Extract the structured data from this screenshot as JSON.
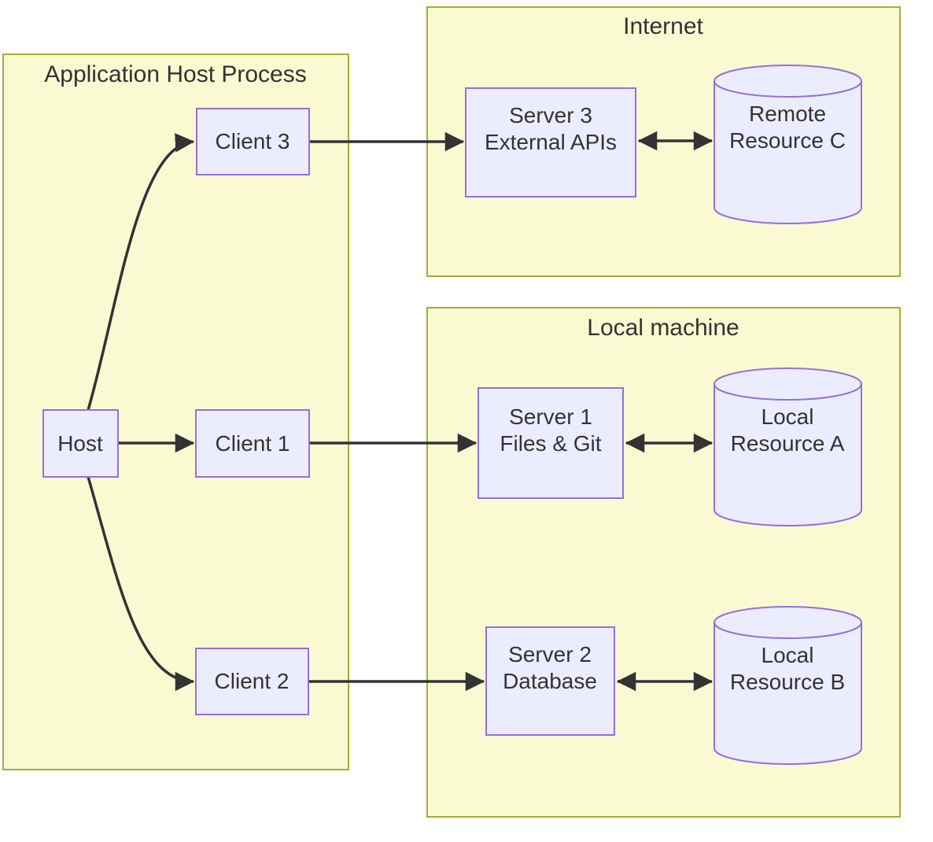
{
  "diagram": {
    "clusters": {
      "app_host": {
        "title": "Application Host Process"
      },
      "internet": {
        "title": "Internet"
      },
      "local_machine": {
        "title": "Local machine"
      }
    },
    "nodes": {
      "host": {
        "label": "Host"
      },
      "client1": {
        "label": "Client 1"
      },
      "client2": {
        "label": "Client 2"
      },
      "client3": {
        "label": "Client 3"
      },
      "server1": {
        "label_line1": "Server 1",
        "label_line2": "Files & Git"
      },
      "server2": {
        "label_line1": "Server 2",
        "label_line2": "Database"
      },
      "server3": {
        "label_line1": "Server 3",
        "label_line2": "External APIs"
      },
      "resource_a": {
        "label_line1": "Local",
        "label_line2": "Resource A"
      },
      "resource_b": {
        "label_line1": "Local",
        "label_line2": "Resource B"
      },
      "resource_c": {
        "label_line1": "Remote",
        "label_line2": "Resource C"
      }
    },
    "edges": [
      {
        "from": "Host",
        "to": "Client 1",
        "bidirectional": false
      },
      {
        "from": "Host",
        "to": "Client 2",
        "bidirectional": false
      },
      {
        "from": "Host",
        "to": "Client 3",
        "bidirectional": false
      },
      {
        "from": "Client 1",
        "to": "Server 1 Files & Git",
        "bidirectional": false
      },
      {
        "from": "Client 2",
        "to": "Server 2 Database",
        "bidirectional": false
      },
      {
        "from": "Client 3",
        "to": "Server 3 External APIs",
        "bidirectional": false
      },
      {
        "from": "Server 1 Files & Git",
        "to": "Local Resource A",
        "bidirectional": true
      },
      {
        "from": "Server 2 Database",
        "to": "Local Resource B",
        "bidirectional": true
      },
      {
        "from": "Server 3 External APIs",
        "to": "Remote Resource C",
        "bidirectional": true
      }
    ],
    "colors": {
      "cluster_fill": "#fafad2",
      "cluster_border": "#aaaa33",
      "node_fill": "#ececff",
      "node_border": "#9370db",
      "edge": "#333333",
      "text": "#333333",
      "page_background": "#ffffff"
    }
  }
}
